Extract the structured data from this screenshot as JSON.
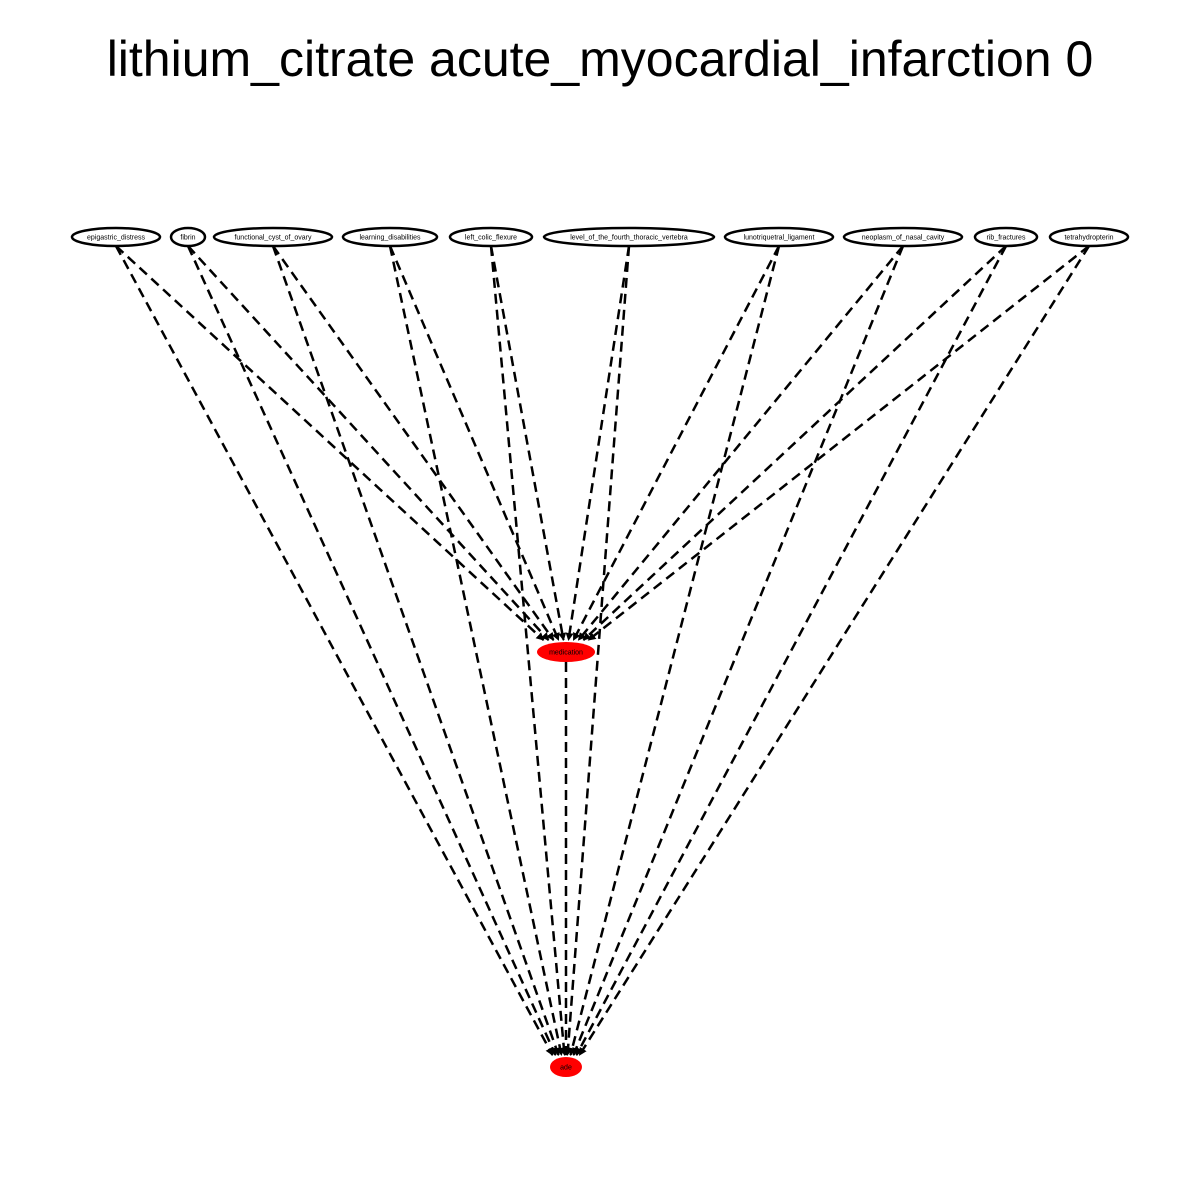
{
  "title": "lithium_citrate acute_myocardial_infarction 0",
  "colors": {
    "highlight": "#ff0000",
    "edge": "#000000",
    "node_fill": "#ffffff"
  },
  "nodes": {
    "sources": [
      "epigastric_distress",
      "fibrin",
      "functional_cyst_of_ovary",
      "learning_disabilities",
      "left_colic_flexure",
      "level_of_the_fourth_thoracic_vertebra",
      "lunotriquetral_ligament",
      "neoplasm_of_nasal_cavity",
      "rib_fractures",
      "tetrahydropterin"
    ],
    "medication": "medication",
    "ade": "ade"
  },
  "edges": {
    "style": "dashed",
    "sources_to_medication": "all",
    "sources_to_ade": "all",
    "medication_to_ade": true
  }
}
